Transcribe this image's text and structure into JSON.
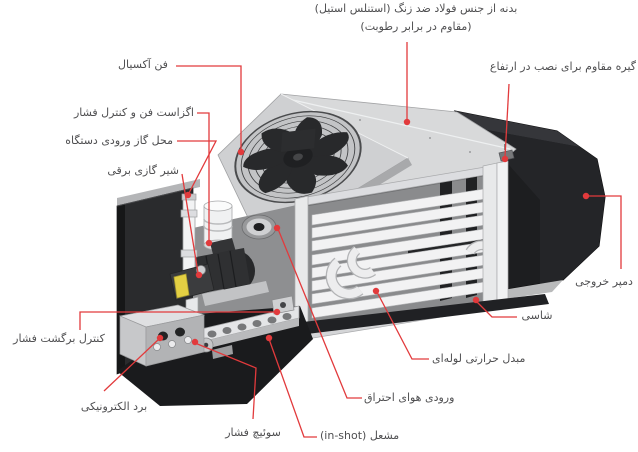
{
  "diagram": {
    "type": "labeled-product-diagram",
    "subject": "industrial gas-fired duct heater unit (isometric technical render)",
    "language": "fa",
    "colors": {
      "background": "#ffffff",
      "annotation_red": "#e23a3c",
      "label_text": "#4f4f51",
      "machine_light_gray": "#d6d7d9",
      "machine_dark": "#1d1e20",
      "tube_white": "#f2f2f3",
      "valve_tag_yellow": "#e3cf43"
    }
  },
  "labels": {
    "body": {
      "line1": "بدنه از جنس فولاد ضد زنگ (استنلس استیل)",
      "line2": "(مقاوم در برابر رطوبت)"
    },
    "mounting_clamp": "گیره مقاوم برای نصب در ارتفاع",
    "axial_fan": "فن آکسیال",
    "exhaust_fan": "اگزاست فن و کنترل فشار",
    "gas_inlet": "محل گاز ورودی دستگاه",
    "gas_valve": "شیر گازی برقی",
    "outlet_damper": "دمپر خروجی",
    "chassis": "شاسی",
    "heat_exchanger": "مبدل حرارتی لوله‌ای",
    "combustion_air": "ورودی هوای احتراق",
    "burner": "مشعل (in-shot)",
    "pressure_switch": "سوئیچ فشار",
    "electronic_board": "برد الکترونیکی",
    "pressure_return_control": "کنترل برگشت فشار"
  }
}
